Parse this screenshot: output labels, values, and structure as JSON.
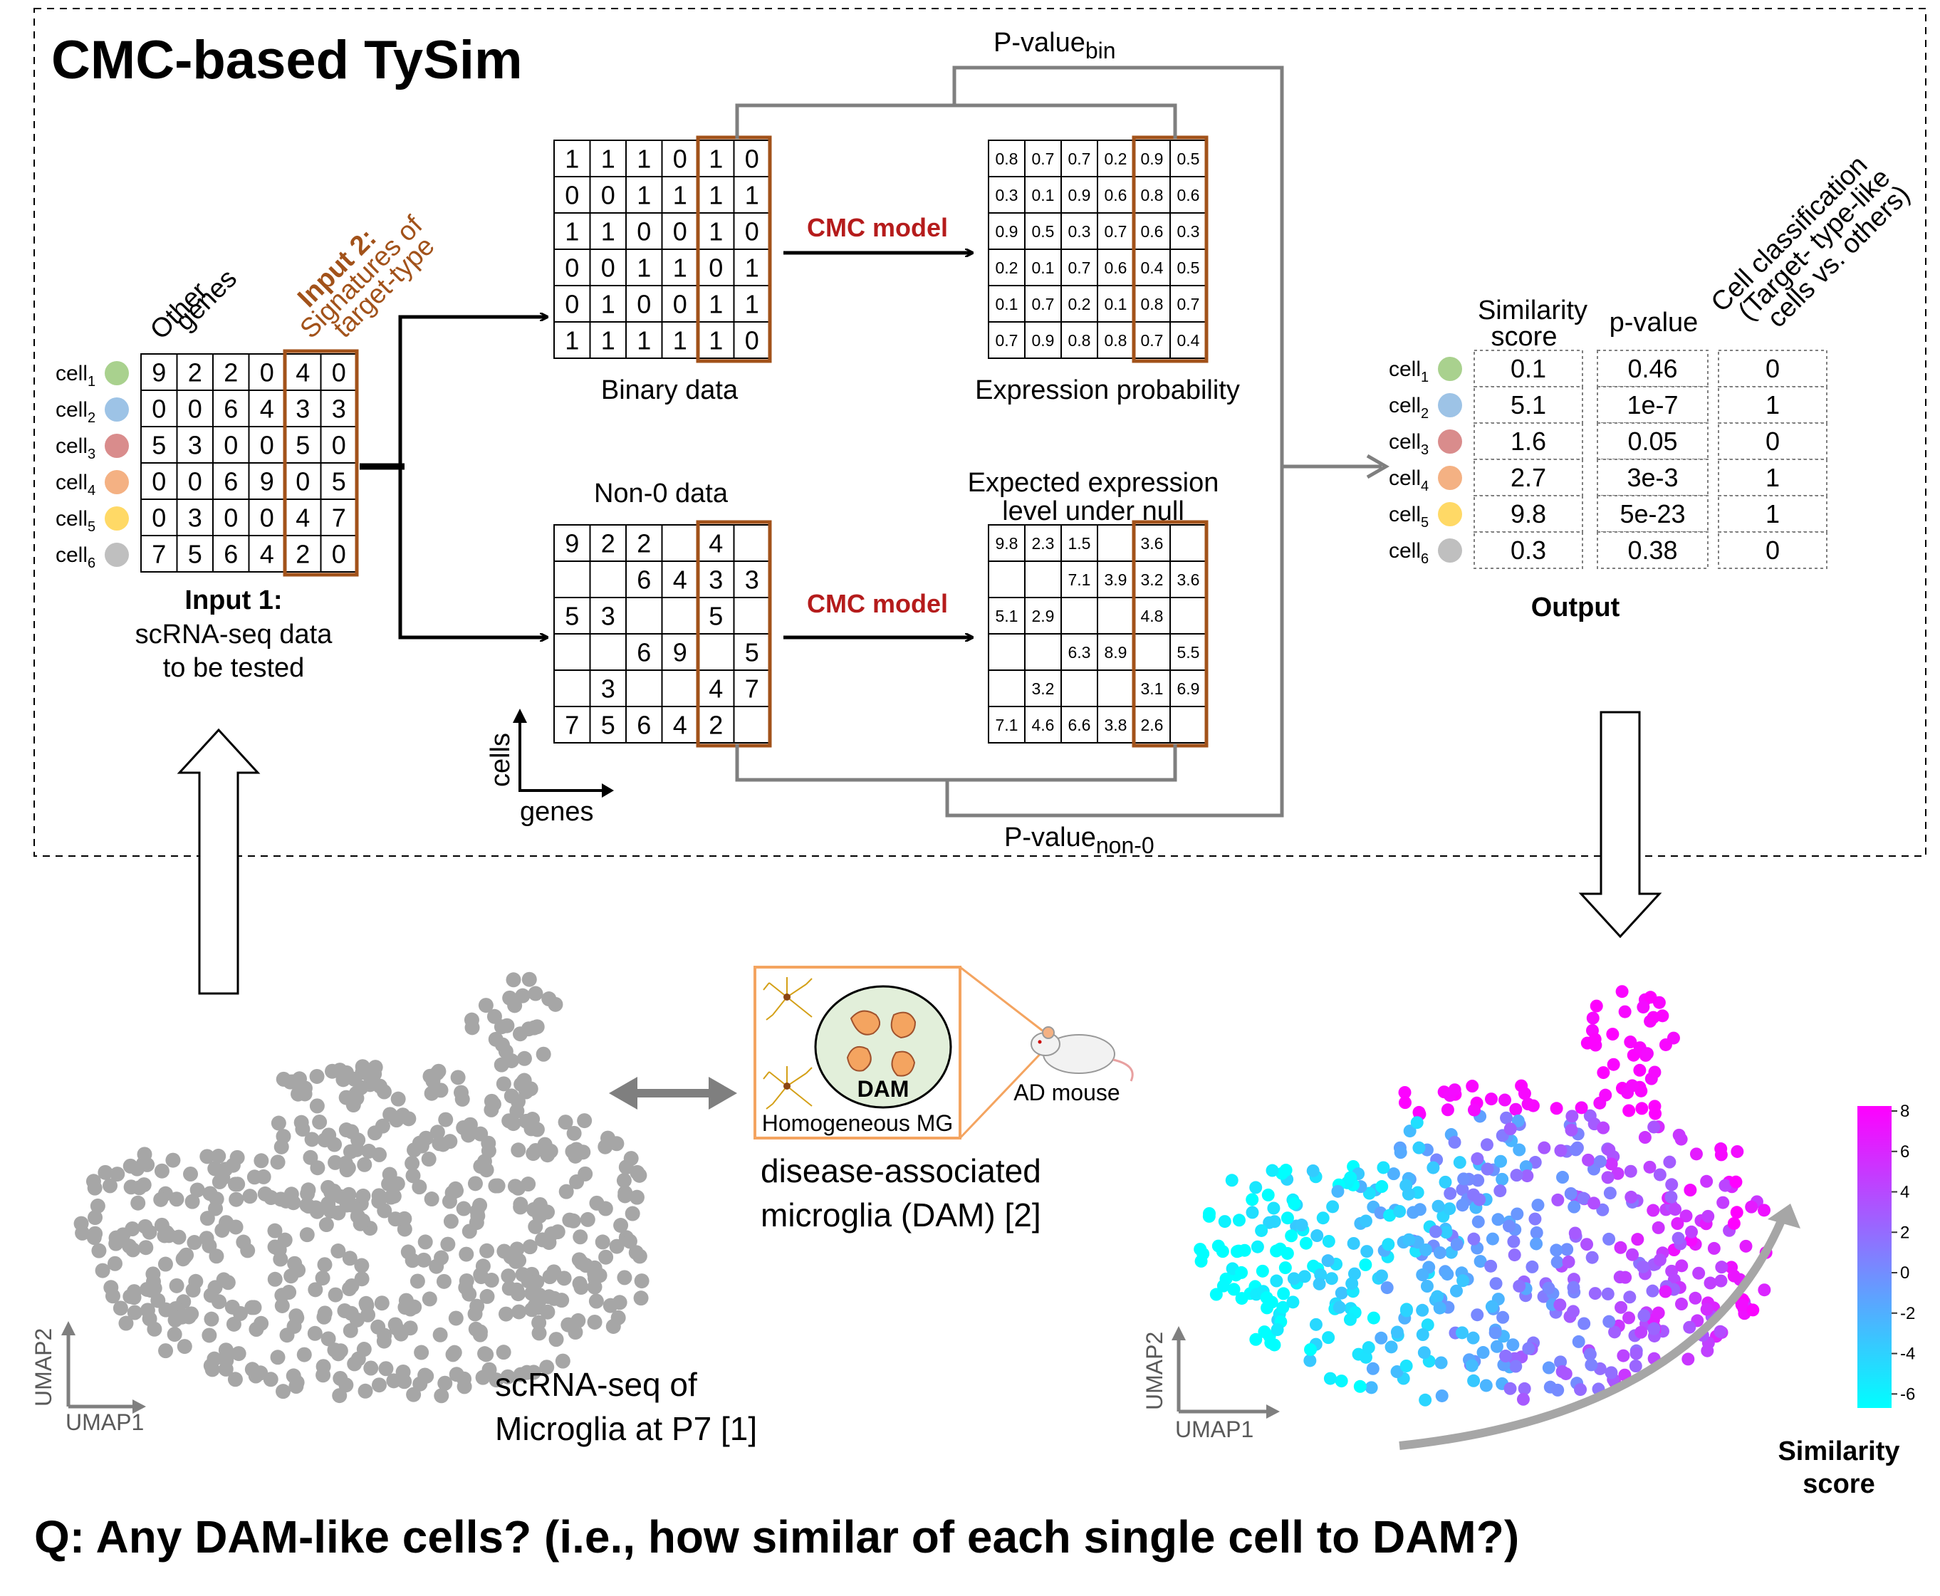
{
  "title": "CMC-based TySim",
  "input1": {
    "label": "Input 1:",
    "desc_line1": "scRNA-seq data",
    "desc_line2": "to be tested",
    "col_header_line1": "Other",
    "col_header_line2": "genes",
    "cells": [
      "cell1",
      "cell2",
      "cell3",
      "cell4",
      "cell5",
      "cell6"
    ],
    "cell_colors": [
      "#a9d18e",
      "#9dc3e6",
      "#d98c8c",
      "#f4b183",
      "#ffd966",
      "#bfbfbf"
    ],
    "matrix": [
      [
        "9",
        "2",
        "2",
        "0",
        "4",
        "0"
      ],
      [
        "0",
        "0",
        "6",
        "4",
        "3",
        "3"
      ],
      [
        "5",
        "3",
        "0",
        "0",
        "5",
        "0"
      ],
      [
        "0",
        "0",
        "6",
        "9",
        "0",
        "5"
      ],
      [
        "0",
        "3",
        "0",
        "0",
        "4",
        "7"
      ],
      [
        "7",
        "5",
        "6",
        "4",
        "2",
        "0"
      ]
    ]
  },
  "input2": {
    "label": "Input 2:",
    "desc_line1": "Signatures of",
    "desc_line2": "target-type"
  },
  "binary": {
    "label": "Binary data",
    "matrix": [
      [
        "1",
        "1",
        "1",
        "0",
        "1",
        "0"
      ],
      [
        "0",
        "0",
        "1",
        "1",
        "1",
        "1"
      ],
      [
        "1",
        "1",
        "0",
        "0",
        "1",
        "0"
      ],
      [
        "0",
        "0",
        "1",
        "1",
        "0",
        "1"
      ],
      [
        "0",
        "1",
        "0",
        "0",
        "1",
        "1"
      ],
      [
        "1",
        "1",
        "1",
        "1",
        "1",
        "0"
      ]
    ]
  },
  "expression_probability": {
    "label": "Expression probability",
    "matrix": [
      [
        "0.8",
        "0.7",
        "0.7",
        "0.2",
        "0.9",
        "0.5"
      ],
      [
        "0.3",
        "0.1",
        "0.9",
        "0.6",
        "0.8",
        "0.6"
      ],
      [
        "0.9",
        "0.5",
        "0.3",
        "0.7",
        "0.6",
        "0.3"
      ],
      [
        "0.2",
        "0.1",
        "0.7",
        "0.6",
        "0.4",
        "0.5"
      ],
      [
        "0.1",
        "0.7",
        "0.2",
        "0.1",
        "0.8",
        "0.7"
      ],
      [
        "0.7",
        "0.9",
        "0.8",
        "0.8",
        "0.7",
        "0.4"
      ]
    ]
  },
  "non0": {
    "label": "Non-0 data",
    "matrix": [
      [
        "9",
        "2",
        "2",
        "",
        "4",
        ""
      ],
      [
        "",
        "",
        "6",
        "4",
        "3",
        "3"
      ],
      [
        "5",
        "3",
        "",
        "",
        "5",
        ""
      ],
      [
        "",
        "",
        "6",
        "9",
        "",
        "5"
      ],
      [
        "",
        "3",
        "",
        "",
        "4",
        "7"
      ],
      [
        "7",
        "5",
        "6",
        "4",
        "2",
        ""
      ]
    ]
  },
  "expected_expression": {
    "label_line1": "Expected expression",
    "label_line2": "level under null",
    "matrix": [
      [
        "9.8",
        "2.3",
        "1.5",
        "",
        "3.6",
        ""
      ],
      [
        "",
        "",
        "7.1",
        "3.9",
        "3.2",
        "3.6"
      ],
      [
        "5.1",
        "2.9",
        "",
        "",
        "4.8",
        ""
      ],
      [
        "",
        "",
        "6.3",
        "8.9",
        "",
        "5.5"
      ],
      [
        "",
        "3.2",
        "",
        "",
        "3.1",
        "6.9"
      ],
      [
        "7.1",
        "4.6",
        "6.6",
        "3.8",
        "2.6",
        ""
      ]
    ]
  },
  "cmc_model_label": "CMC model",
  "pvalue_bin": {
    "main": "P-value",
    "sub": "bin"
  },
  "pvalue_non0": {
    "main": "P-value",
    "sub": "non-0"
  },
  "axes_mini": {
    "y": "cells",
    "x": "genes"
  },
  "output": {
    "label": "Output",
    "col_similarity_line1": "Similarity",
    "col_similarity_line2": "score",
    "col_pvalue": "p-value",
    "col_class_line1": "Cell classification",
    "col_class_line2": "(Target- type-like",
    "col_class_line3": "cells vs. others)",
    "rows": [
      {
        "cell": "cell1",
        "score": "0.1",
        "p": "0.46",
        "cls": "0"
      },
      {
        "cell": "cell2",
        "score": "5.1",
        "p": "1e-7",
        "cls": "1"
      },
      {
        "cell": "cell3",
        "score": "1.6",
        "p": "0.05",
        "cls": "0"
      },
      {
        "cell": "cell4",
        "score": "2.7",
        "p": "3e-3",
        "cls": "1"
      },
      {
        "cell": "cell5",
        "score": "9.8",
        "p": "5e-23",
        "cls": "1"
      },
      {
        "cell": "cell6",
        "score": "0.3",
        "p": "0.38",
        "cls": "0"
      }
    ]
  },
  "umap_left": {
    "caption_line1": "scRNA-seq of",
    "caption_line2": "Microglia at P7 [1]",
    "xlabel": "UMAP1",
    "ylabel": "UMAP2",
    "point_color": "#a6a6a6"
  },
  "dam": {
    "inner_label": "DAM",
    "box_label": "Homogeneous MG",
    "mouse_label": "AD mouse",
    "caption_line1": "disease-associated",
    "caption_line2": "microglia (DAM) [2]"
  },
  "umap_right": {
    "xlabel": "UMAP1",
    "ylabel": "UMAP2",
    "colorbar_ticks": [
      "8",
      "6",
      "4",
      "2",
      "0",
      "-2",
      "-4",
      "-6"
    ],
    "colorbar_label_line1": "Similarity",
    "colorbar_label_line2": "score",
    "color_low": "#00ffff",
    "color_high": "#ff00ff"
  },
  "question": "Q: Any DAM-like cells? (i.e., how similar of each single cell to DAM?)"
}
